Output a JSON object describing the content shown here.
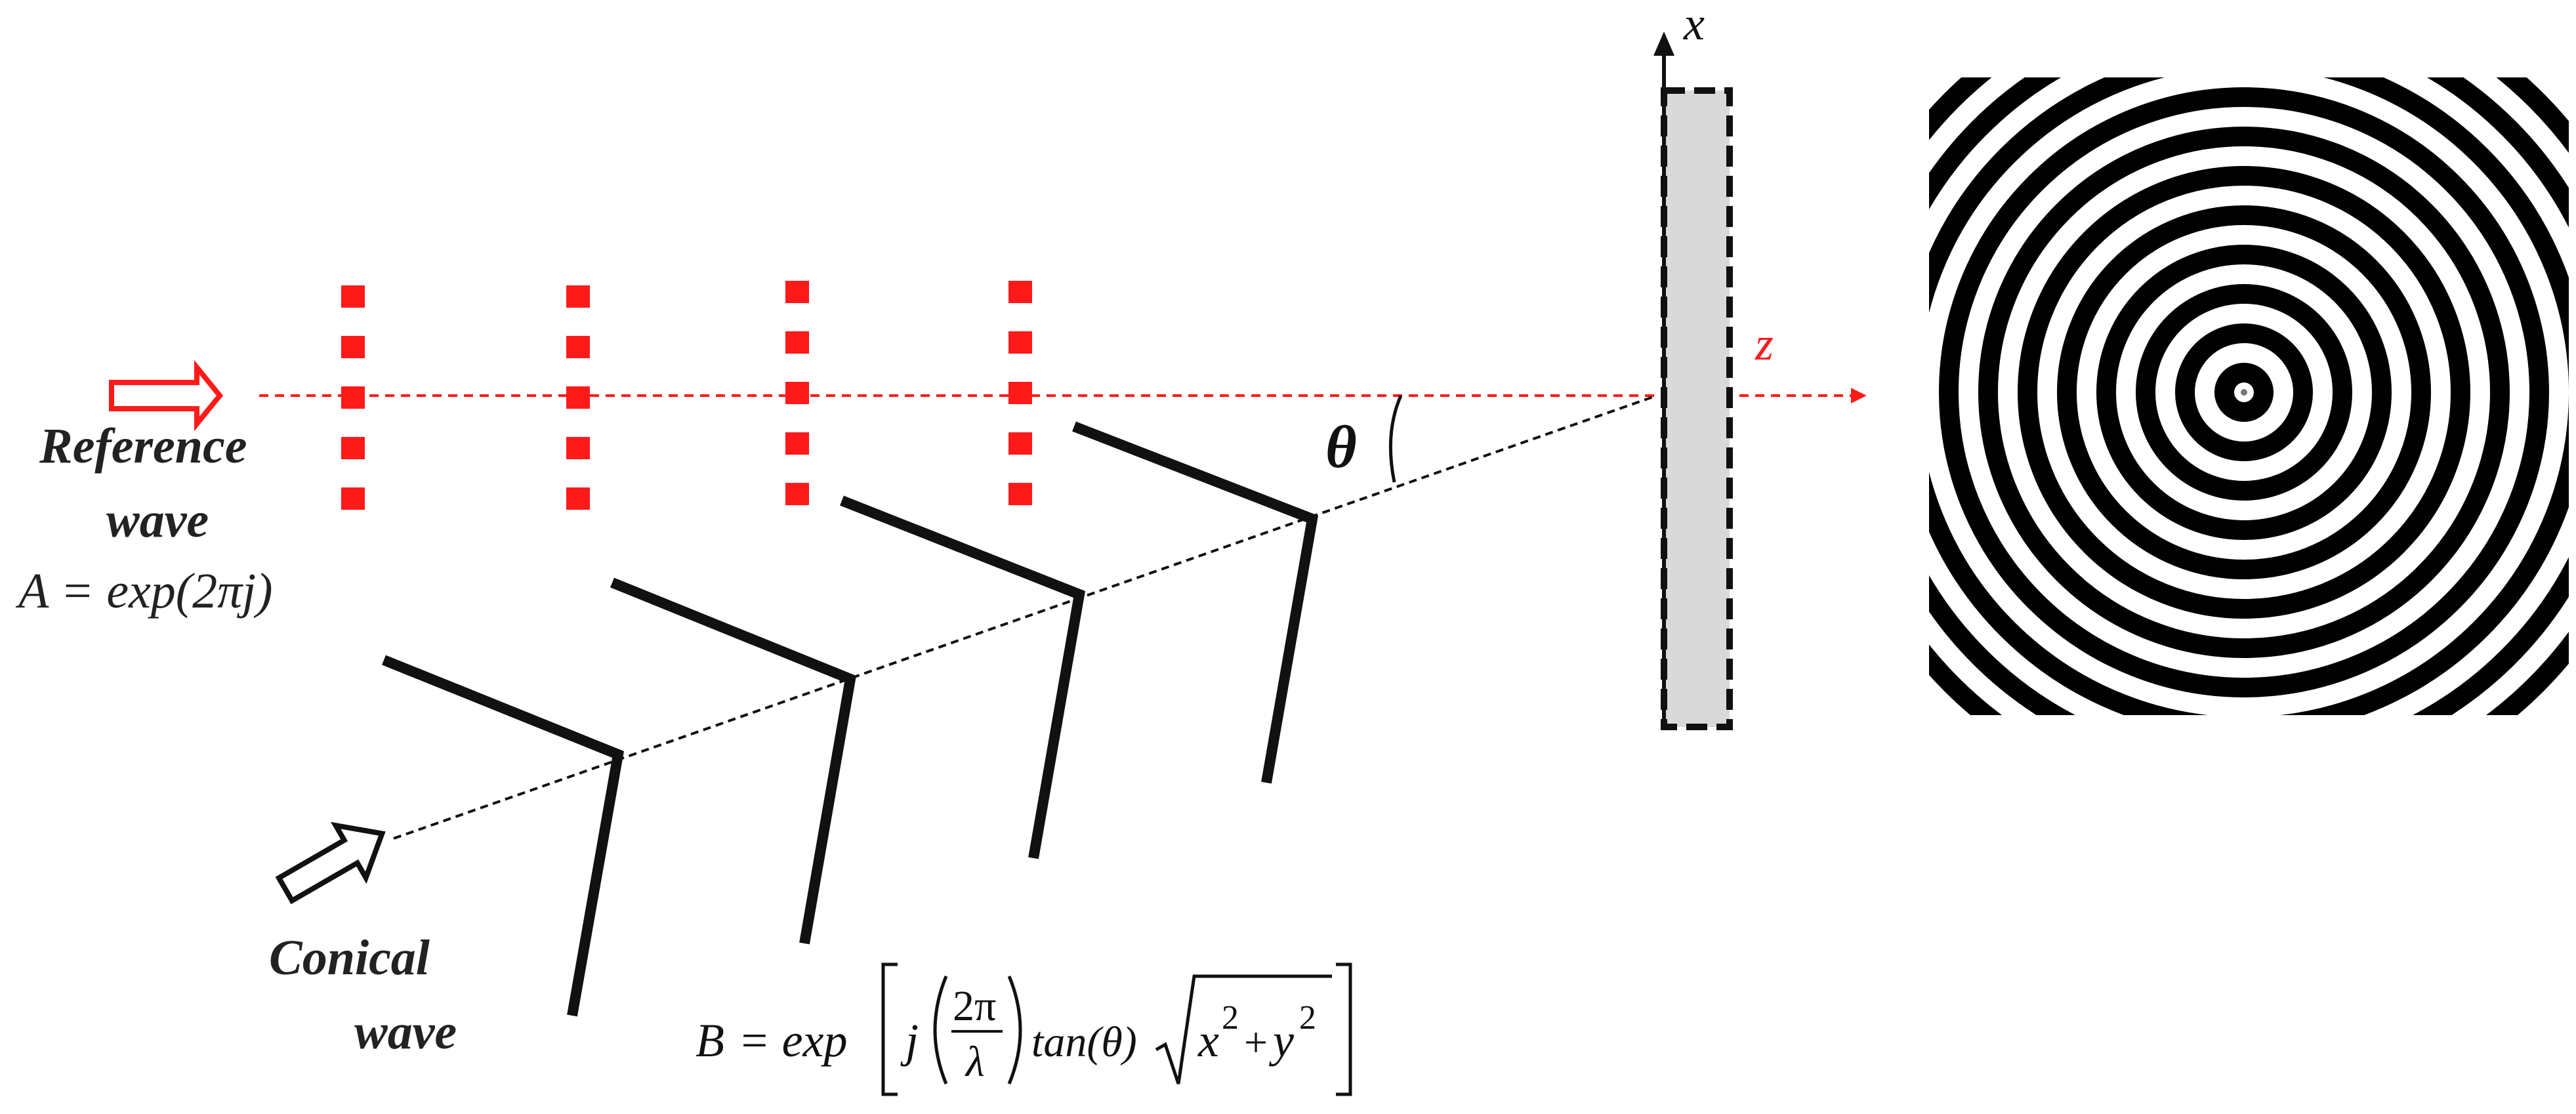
{
  "labels": {
    "reference_wave_line1": "Reference",
    "reference_wave_line2": "wave",
    "reference_equation": "A = exp(2πj)",
    "conical_wave_line1": "Conical",
    "conical_wave_line2": "wave",
    "theta": "θ",
    "axis_x": "x",
    "axis_z": "z",
    "eq_B": "B",
    "eq_equals_exp": "= exp",
    "eq_j": "j",
    "eq_numerator": "2π",
    "eq_denominator": "λ",
    "eq_tan": "tan(θ)",
    "eq_x": "x",
    "eq_y": "y",
    "eq_sup": "2",
    "eq_plus": "+"
  },
  "colors": {
    "reference_red": "#ff1a1a",
    "black": "#111111",
    "plate_gray": "#d9d9d9"
  },
  "icons": {
    "reference_arrow": "hollow-right-arrow",
    "conical_arrow": "hollow-diagonal-arrow"
  },
  "pattern": {
    "type": "concentric-rings",
    "ring_count": 11
  }
}
